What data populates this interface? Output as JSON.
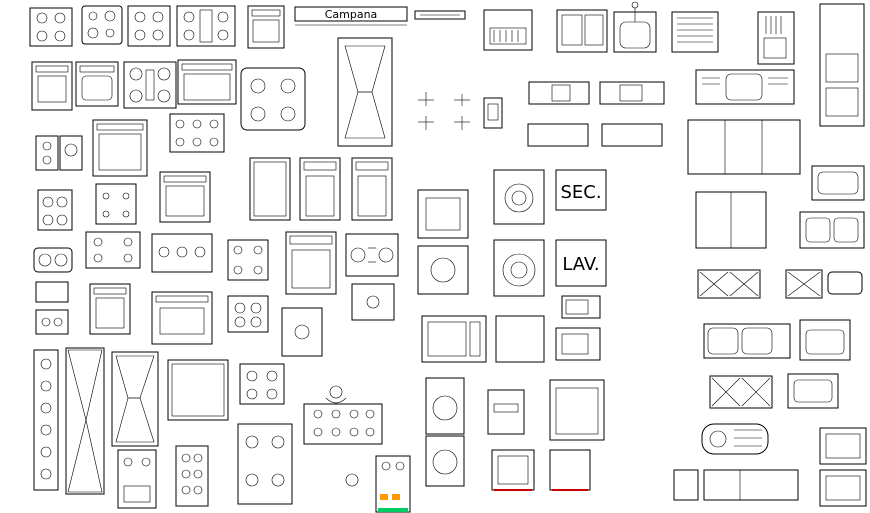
{
  "sheet": {
    "labels": {
      "hood": "Campana",
      "sec": "SEC.",
      "lav": "LAV."
    }
  },
  "colors": {
    "stroke": "#000000",
    "background": "#ffffff",
    "accent_red": "#cc0000",
    "accent_green": "#00cc66",
    "accent_orange": "#ff9900"
  },
  "icons": [
    "cooktop-icon",
    "range-icon",
    "hood-icon",
    "sink-icon",
    "faucet-icon",
    "dishwasher-icon",
    "washer-icon",
    "dryer-icon",
    "microwave-icon",
    "refrigerator-icon",
    "cabinet-icon",
    "person-icon"
  ]
}
